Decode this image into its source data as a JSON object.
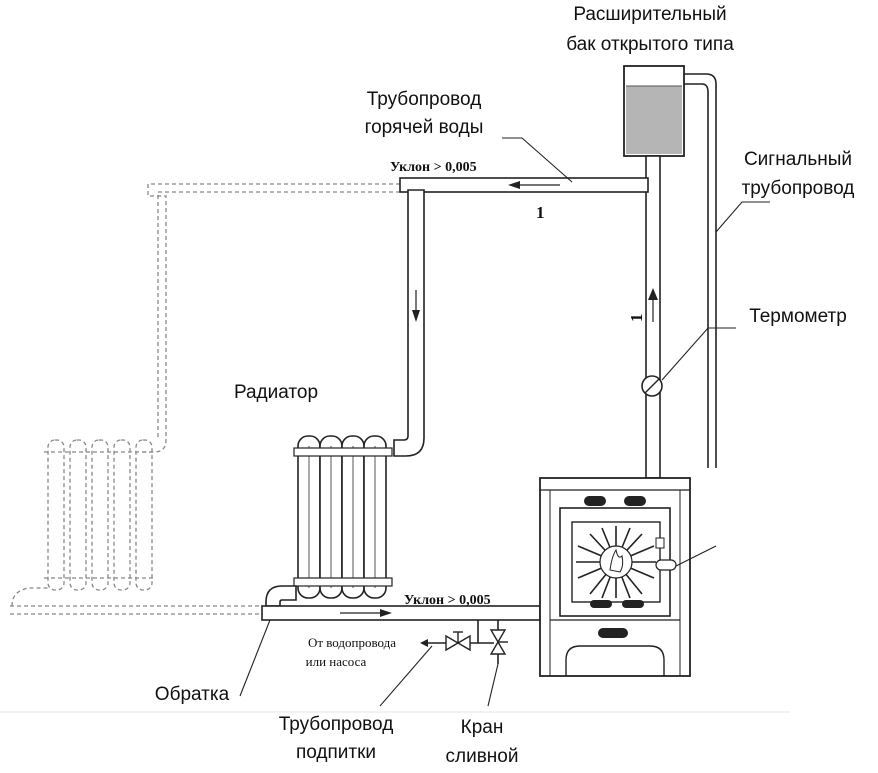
{
  "labels": {
    "expansion_tank_line1": "Расширительный",
    "expansion_tank_line2": "бак открытого типа",
    "hot_pipe_line1": "Трубопровод",
    "hot_pipe_line2": "горячей воды",
    "signal_pipe_line1": "Сигнальный",
    "signal_pipe_line2": "трубопровод",
    "thermometer": "Термометр",
    "radiator": "Радиатор",
    "return_pipe": "Обратка",
    "makeup_pipe_line1": "Трубопровод",
    "makeup_pipe_line2": "подпитки",
    "drain_valve_line1": "Кран",
    "drain_valve_line2": "сливной",
    "slope_top": "Уклон > 0,005",
    "slope_bottom": "Уклон > 0,005",
    "water_source_line1": "От водопровода",
    "water_source_line2": "или насоса",
    "flow_number_top": "1",
    "flow_number_riser": "1"
  },
  "colors": {
    "line": "#222222",
    "dashed": "#888888",
    "water": "#b5b5b5"
  }
}
